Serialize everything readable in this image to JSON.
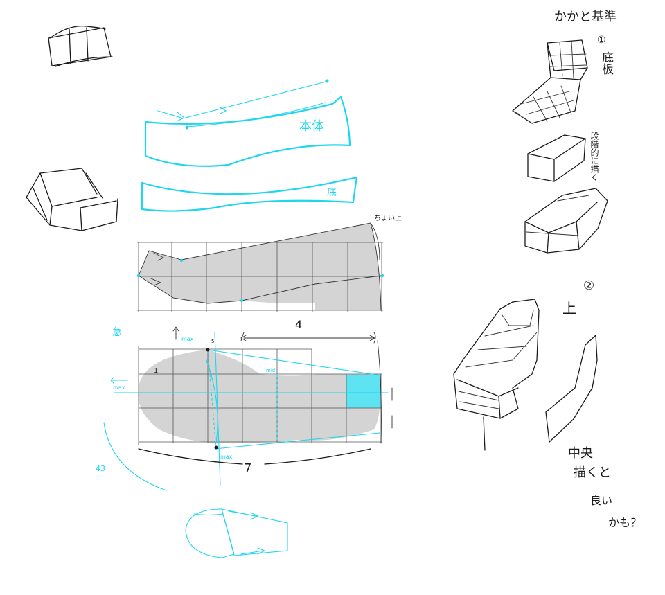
{
  "labels": {
    "body": "本体",
    "sole_small": "底",
    "slightly_up": "ちょい上",
    "heel_title": "かかと基準",
    "step1_num": "①",
    "step1_text": "底板",
    "stepwise_text": "段階的に描く",
    "step2_num": "②",
    "up": "上",
    "center_line1": "中央",
    "center_line2": "描くと",
    "good": "良い",
    "maybe": "かも？",
    "steep": "急",
    "max_top": "max",
    "max_left": "max",
    "mid": "mid",
    "max_bottom": "max",
    "four": "4",
    "seven": "7",
    "fortythree": "43",
    "one": "1",
    "five": "5"
  }
}
